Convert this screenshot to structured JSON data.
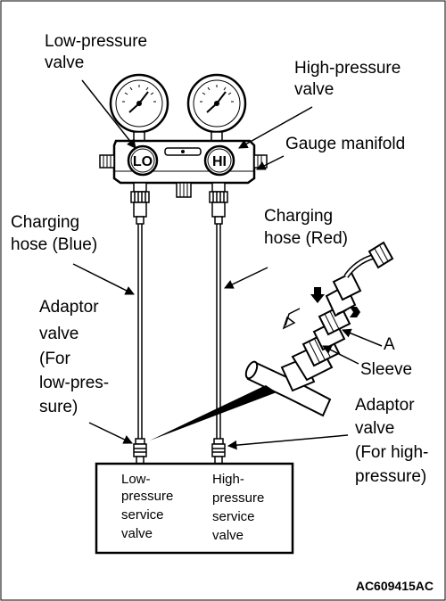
{
  "labels": {
    "low_pressure_valve": [
      "Low-pressure",
      "valve"
    ],
    "high_pressure_valve": [
      "High-pressure",
      "valve"
    ],
    "gauge_manifold": [
      "Gauge manifold"
    ],
    "charging_hose_blue": [
      "Charging",
      "hose (Blue)"
    ],
    "charging_hose_red": [
      "Charging",
      "hose (Red)"
    ],
    "adaptor_valve_low": [
      "Adaptor",
      "valve",
      "(For",
      "low-pres-",
      "sure)"
    ],
    "adaptor_valve_high": [
      "Adaptor",
      "valve",
      "(For high-",
      "pressure)"
    ],
    "a_label": [
      "A"
    ],
    "sleeve": [
      "Sleeve"
    ],
    "low_service_valve": [
      "Low-",
      "pressure",
      "service",
      "valve"
    ],
    "high_service_valve": [
      "High-",
      "pressure",
      "service",
      "valve"
    ]
  },
  "gauge_badges": {
    "lo": "LO",
    "hi": "HI"
  },
  "figure_code": "AC609415AC"
}
